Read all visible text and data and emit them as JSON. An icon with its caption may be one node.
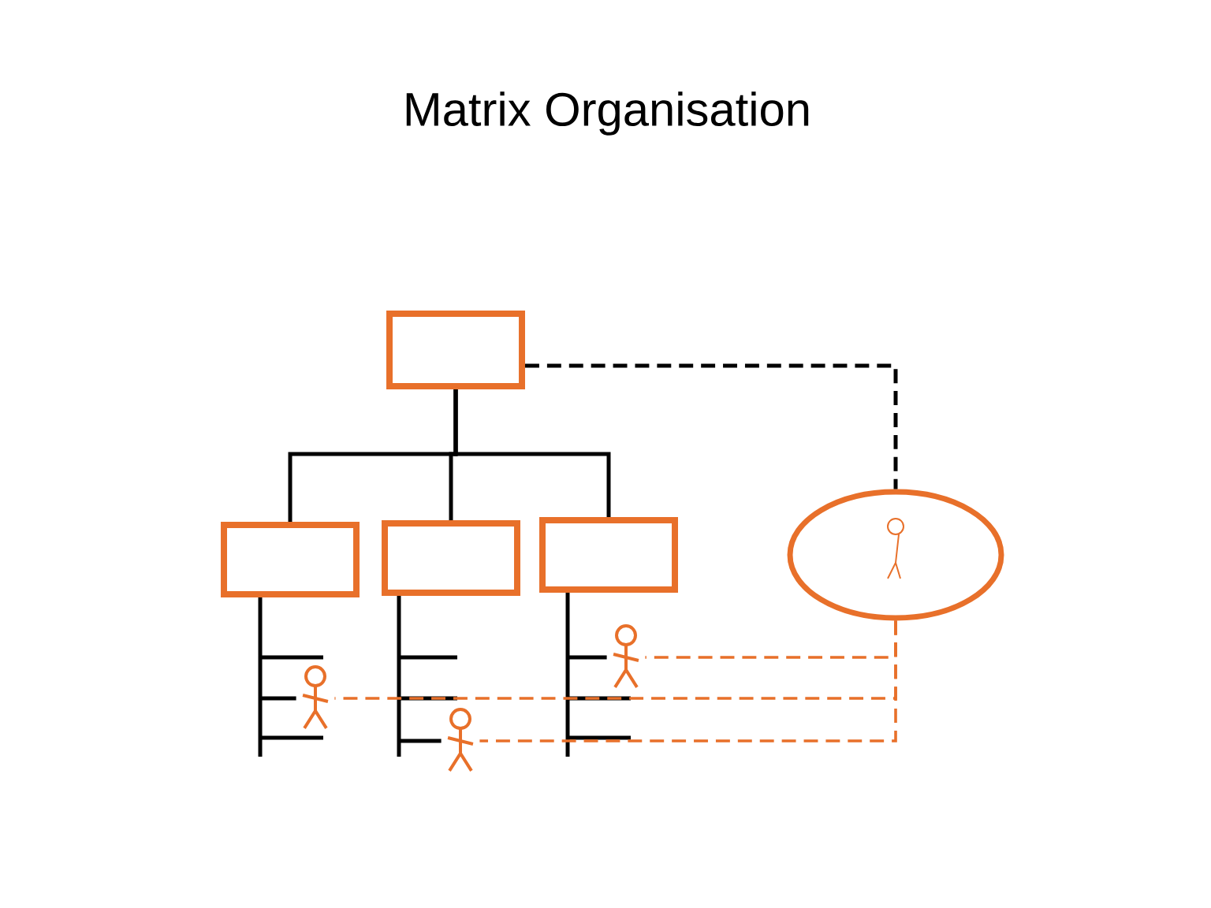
{
  "diagram": {
    "title": "Matrix Organisation",
    "nodes": [
      {
        "text": [],
        "shape": "box"
      },
      {
        "text": [],
        "shape": "box"
      },
      {
        "text": [],
        "shape": "box"
      },
      {
        "text": [],
        "shape": "box"
      },
      {
        "text": [],
        "shape": "ellipse"
      },
      {
        "text": [],
        "shape": "person"
      },
      {
        "text": [],
        "shape": "person"
      },
      {
        "text": [],
        "shape": "person"
      }
    ],
    "edges": [
      {
        "from": 0,
        "to": 1,
        "arrow": "none"
      },
      {
        "from": 0,
        "to": 2,
        "arrow": "none"
      },
      {
        "from": 0,
        "to": 3,
        "arrow": "none"
      },
      {
        "from": 0,
        "to": 4,
        "arrow": "none",
        "style": "dashed"
      },
      {
        "from": 1,
        "to": 5,
        "arrow": "none"
      },
      {
        "from": 2,
        "to": 6,
        "arrow": "none"
      },
      {
        "from": 3,
        "to": 7,
        "arrow": "none"
      },
      {
        "from": 4,
        "to": 7,
        "arrow": "none",
        "style": "dashed",
        "color": "#e8702a"
      },
      {
        "from": 4,
        "to": 5,
        "arrow": "none",
        "style": "dashed",
        "color": "#e8702a"
      },
      {
        "from": 4,
        "to": 6,
        "arrow": "none",
        "style": "dashed",
        "color": "#e8702a"
      }
    ]
  }
}
